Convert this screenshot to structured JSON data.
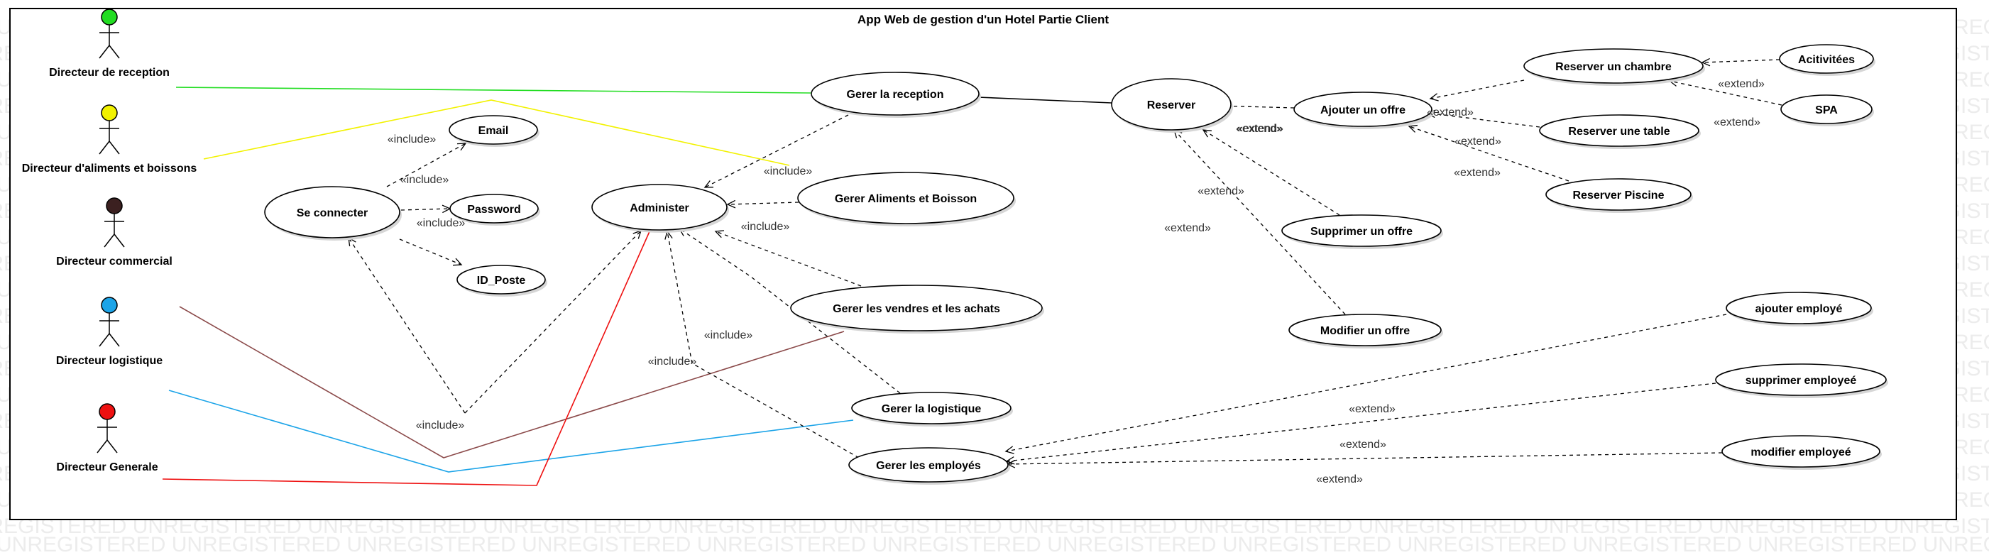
{
  "watermark": "UNREGISTERED",
  "title": "App Web de gestion d'un Hotel Partie Client",
  "actors": [
    {
      "id": "a_recep",
      "label": "Directeur de reception",
      "head_color": "#22dd22"
    },
    {
      "id": "a_alim",
      "label": "Directeur d'aliments et boissons",
      "head_color": "#f2f200"
    },
    {
      "id": "a_comm",
      "label": "Directeur commercial",
      "head_color": "#3b2020"
    },
    {
      "id": "a_logi",
      "label": "Directeur logistique",
      "head_color": "#1ca4e8"
    },
    {
      "id": "a_gen",
      "label": "Directeur Generale",
      "head_color": "#ee1111"
    }
  ],
  "use_cases": [
    {
      "id": "u_email",
      "label": "Email"
    },
    {
      "id": "u_pass",
      "label": "Password"
    },
    {
      "id": "u_poste",
      "label": "ID_Poste"
    },
    {
      "id": "u_conn",
      "label": "Se connecter"
    },
    {
      "id": "u_admin",
      "label": "Administer"
    },
    {
      "id": "u_recep",
      "label": "Gerer la reception"
    },
    {
      "id": "u_alim",
      "label": "Gerer Aliments et Boisson"
    },
    {
      "id": "u_vend",
      "label": "Gerer les vendres et les achats"
    },
    {
      "id": "u_logi",
      "label": "Gerer la logistique"
    },
    {
      "id": "u_emp",
      "label": "Gerer les employés"
    },
    {
      "id": "u_res",
      "label": "Reserver"
    },
    {
      "id": "u_aoff",
      "label": "Ajouter un offre"
    },
    {
      "id": "u_soff",
      "label": "Supprimer un offre"
    },
    {
      "id": "u_moff",
      "label": "Modifier un offre"
    },
    {
      "id": "u_rch",
      "label": "Reserver un chambre"
    },
    {
      "id": "u_rtab",
      "label": "Reserver une table"
    },
    {
      "id": "u_rpis",
      "label": "Reserver Piscine"
    },
    {
      "id": "u_act",
      "label": "Acitivitées"
    },
    {
      "id": "u_spa",
      "label": "SPA"
    },
    {
      "id": "u_aemp",
      "label": "ajouter employé"
    },
    {
      "id": "u_semp",
      "label": "supprimer employeé"
    },
    {
      "id": "u_memp",
      "label": "modifier employeé"
    }
  ],
  "associations": [
    {
      "actor": "a_recep",
      "use_case": "u_recep",
      "color": "#22dd22"
    },
    {
      "actor": "a_alim",
      "use_case": "u_alim",
      "color": "#f2f200"
    },
    {
      "actor": "a_comm",
      "use_case": "u_vend",
      "color": "#8b4a4a"
    },
    {
      "actor": "a_logi",
      "use_case": "u_logi",
      "color": "#1ca4e8"
    },
    {
      "actor": "a_gen",
      "use_case": "u_admin",
      "color": "#ee1111"
    },
    {
      "actor": "u_recep",
      "use_case": "u_res",
      "color": "#000000"
    }
  ],
  "relations": [
    {
      "type": "include",
      "from": "u_conn",
      "to": "u_email",
      "label": "«include»"
    },
    {
      "type": "include",
      "from": "u_conn",
      "to": "u_pass",
      "label": "«include»"
    },
    {
      "type": "include",
      "from": "u_conn",
      "to": "u_poste",
      "label": "«include»"
    },
    {
      "type": "include",
      "from": "u_admin",
      "to": "u_conn",
      "label": "«include»"
    },
    {
      "type": "include",
      "from": "u_recep",
      "to": "u_admin",
      "label": "«include»"
    },
    {
      "type": "include",
      "from": "u_alim",
      "to": "u_admin",
      "label": ""
    },
    {
      "type": "include",
      "from": "u_vend",
      "to": "u_admin",
      "label": "«include»"
    },
    {
      "type": "include",
      "from": "u_logi",
      "to": "u_admin",
      "label": "«include»"
    },
    {
      "type": "include",
      "from": "u_emp",
      "to": "u_admin",
      "label": "«include»"
    },
    {
      "type": "include",
      "from": "u_emp",
      "to": "u_admin",
      "label": "«include»"
    },
    {
      "type": "extend",
      "from": "u_aoff",
      "to": "u_res",
      "label": ""
    },
    {
      "type": "extend",
      "from": "u_soff",
      "to": "u_res",
      "label": "«extend»"
    },
    {
      "type": "extend",
      "from": "u_moff",
      "to": "u_res",
      "label": "«extend»"
    },
    {
      "type": "extend",
      "from": "u_rch",
      "to": "u_aoff",
      "label": "«extend»"
    },
    {
      "type": "extend",
      "from": "u_rtab",
      "to": "u_aoff",
      "label": "«extend»"
    },
    {
      "type": "extend",
      "from": "u_rpis",
      "to": "u_aoff",
      "label": "«extend»"
    },
    {
      "type": "extend",
      "from": "u_act",
      "to": "u_rch",
      "label": ""
    },
    {
      "type": "extend",
      "from": "u_spa",
      "to": "u_rch",
      "label": "«extend»"
    },
    {
      "type": "extend",
      "from": "u_aemp",
      "to": "u_emp",
      "label": ""
    },
    {
      "type": "extend",
      "from": "u_semp",
      "to": "u_emp",
      "label": "«extend»"
    },
    {
      "type": "extend",
      "from": "u_memp",
      "to": "u_emp",
      "label": "«extend»"
    }
  ],
  "floating_labels": [
    "«include»",
    "«extend»",
    "«extend»",
    "«extend»",
    "«extend»"
  ]
}
